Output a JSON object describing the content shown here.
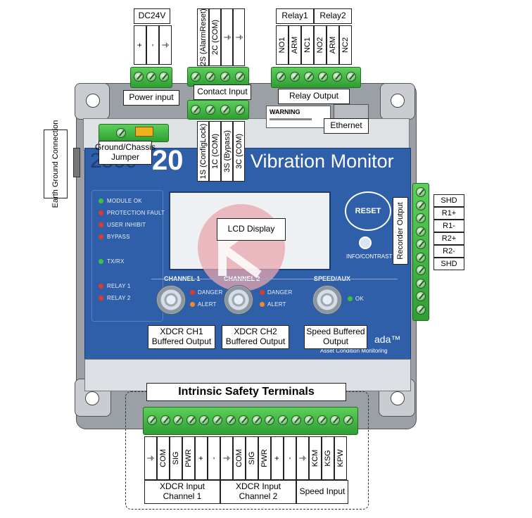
{
  "power": {
    "header": "DC24V",
    "pins": [
      "+",
      "-",
      "⏚"
    ],
    "label": "Power input"
  },
  "contact": {
    "top_pins": [
      "2S (AlarmReset)",
      "2C (COM)",
      "⏚",
      "⏚"
    ],
    "label": "Contact Input",
    "bottom_pins": [
      "1S (ConfigLock)",
      "1C (COM)",
      "3S (Bypass)",
      "3C (COM)"
    ]
  },
  "relay": {
    "header1": "Relay1",
    "header2": "Relay2",
    "pins": [
      "NO1",
      "ARM",
      "NC1",
      "NO2",
      "ARM",
      "NC2"
    ],
    "label": "Relay Output"
  },
  "warning_text": "WARNING",
  "ethernet_label": "Ethernet",
  "ground_jumper_label": "Ground/Chassis Jumper",
  "earth_ground_label": "Earth Ground Connection",
  "device": {
    "title_prefix": "2500",
    "title_number": "20",
    "title": "Vibration Monitor",
    "leds": [
      {
        "label": "MODULE OK",
        "color": "#3ec23e"
      },
      {
        "label": "PROTECTION FAULT",
        "color": "#e03a2a"
      },
      {
        "label": "USER INHIBIT",
        "color": "#e03a2a"
      },
      {
        "label": "BYPASS",
        "color": "#e03a2a"
      },
      {
        "label": "TX/RX",
        "color": "#3ec23e"
      },
      {
        "label": "RELAY 1",
        "color": "#e03a2a"
      },
      {
        "label": "RELAY 2",
        "color": "#e03a2a"
      }
    ],
    "lcd_label": "LCD Display",
    "reset_label": "RESET",
    "info_label": "INFO/CONTRAST",
    "channels": [
      {
        "name": "CHANNEL 1",
        "danger": "DANGER",
        "alert": "ALERT"
      },
      {
        "name": "CHANNEL 2",
        "danger": "DANGER",
        "alert": "ALERT"
      },
      {
        "name": "SPEED/AUX",
        "ok": "OK"
      }
    ],
    "brand_fragment": "ada™",
    "brand_sub": "Asset Condition Monitoring"
  },
  "buffered_outputs": [
    "XDCR CH1 Buffered Output",
    "XDCR CH2 Buffered Output",
    "Speed Buffered Output"
  ],
  "recorder": {
    "label": "Recorder Output",
    "pins": [
      "SHD",
      "R1+",
      "R1-",
      "R2+",
      "R2-",
      "SHD"
    ]
  },
  "intrinsic": {
    "title": "Intrinsic Safety Terminals",
    "pins": [
      "⏚",
      "COM",
      "SIG",
      "PWR",
      "+",
      "-",
      "⏚",
      "COM",
      "SIG",
      "PWR",
      "+",
      "-",
      "⏚",
      "KCM",
      "KSG",
      "KPW"
    ],
    "groups": [
      "XDCR Input Channel 1",
      "XDCR Input Channel 2",
      "Speed Input"
    ]
  },
  "colors": {
    "panel_blue": "#2f5fa8",
    "terminal_green": "#3cb83c",
    "chassis_grey": "#8a9097"
  }
}
